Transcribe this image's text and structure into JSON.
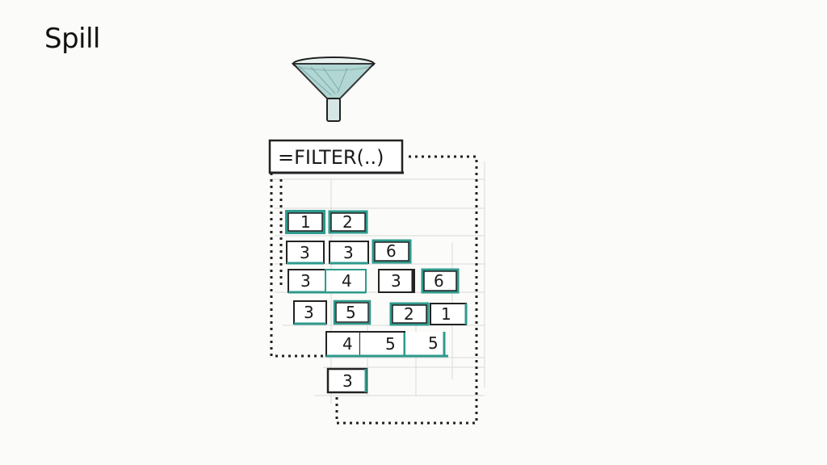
{
  "title": "Spill",
  "funnel": {
    "icon": "funnel-icon",
    "color": "#8fc4c0"
  },
  "formula_cell": {
    "text": "=FILTER(..)"
  },
  "colors": {
    "ink": "#1a1a1a",
    "accent_teal": "#2e9a8c",
    "grid": "#d8d8d8",
    "background": "#fbfbf9"
  },
  "spill_rows": [
    {
      "cells": [
        {
          "value": "1"
        },
        {
          "value": "2"
        }
      ]
    },
    {
      "cells": [
        {
          "value": "3"
        },
        {
          "value": "3"
        },
        {
          "value": "6"
        }
      ]
    },
    {
      "cells": [
        {
          "value": "3"
        },
        {
          "value": "4"
        },
        {
          "value": "3"
        },
        {
          "value": "6"
        }
      ]
    },
    {
      "cells": [
        {
          "value": "3"
        },
        {
          "value": "5"
        },
        {
          "value": "2"
        },
        {
          "value": "1"
        }
      ]
    },
    {
      "cells": [
        {
          "value": "4"
        },
        {
          "value": "5"
        },
        {
          "value": "5"
        }
      ]
    },
    {
      "cells": [
        {
          "value": "3"
        }
      ]
    }
  ]
}
